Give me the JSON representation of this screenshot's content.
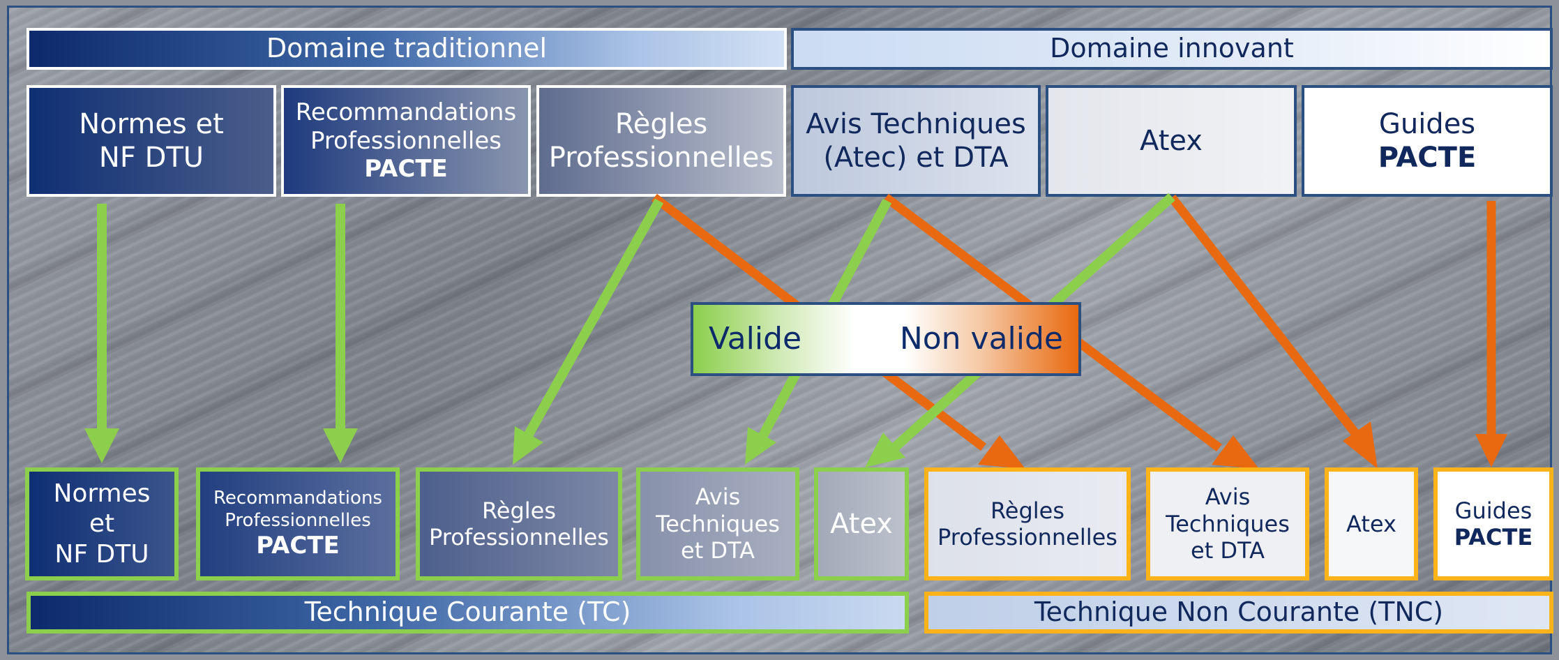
{
  "headers": {
    "traditional": "Domaine traditionnel",
    "innovative": "Domaine innovant"
  },
  "top": {
    "normes": {
      "line1": "Normes et",
      "line2": "NF DTU"
    },
    "recommandations": {
      "line1": "Recommandations",
      "line2": "Professionnelles",
      "line3": "PACTE"
    },
    "regles": {
      "line1": "Règles",
      "line2": "Professionnelles"
    },
    "avis": {
      "line1": "Avis Techniques",
      "line2": "(Atec) et DTA"
    },
    "atex": {
      "line1": "Atex"
    },
    "guides": {
      "line1": "Guides",
      "line2": "PACTE"
    }
  },
  "legend": {
    "valid": "Valide",
    "invalid": "Non valide"
  },
  "bottom": {
    "normes": {
      "line1": "Normes",
      "line2": "et",
      "line3": "NF DTU"
    },
    "recommandations": {
      "line1": "Recommandations",
      "line2": "Professionnelles",
      "line3": "PACTE"
    },
    "regles_tc": {
      "line1": "Règles",
      "line2": "Professionnelles"
    },
    "avis_tc": {
      "line1": "Avis",
      "line2": "Techniques",
      "line3": "et DTA"
    },
    "atex_tc": {
      "line1": "Atex"
    },
    "regles_tnc": {
      "line1": "Règles",
      "line2": "Professionnelles"
    },
    "avis_tnc": {
      "line1": "Avis",
      "line2": "Techniques",
      "line3": "et DTA"
    },
    "atex_tnc": {
      "line1": "Atex"
    },
    "guides_tnc": {
      "line1": "Guides",
      "line2": "PACTE"
    }
  },
  "footers": {
    "tc": "Technique Courante (TC)",
    "tnc": "Technique Non Courante (TNC)"
  },
  "colors": {
    "valid_arrow": "#8ccf4d",
    "invalid_arrow": "#e8690f",
    "tc_border": "#8ccf4d",
    "tnc_border": "#fbb319",
    "navy": "#0d2a6b",
    "frame": "#2a4f80"
  }
}
